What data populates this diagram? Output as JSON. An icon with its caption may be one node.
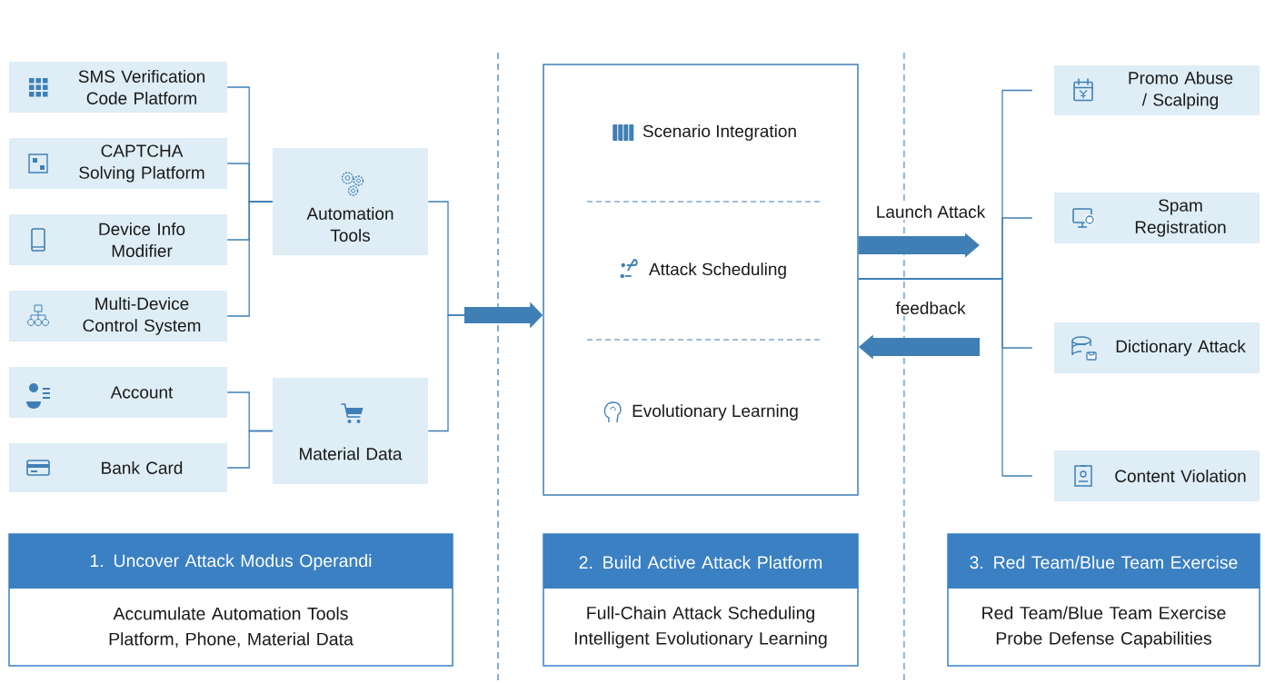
{
  "diagram": {
    "nodes": [
      {
        "text": [
          "SMS Verification Code Platform"
        ]
      },
      {
        "text": [
          "CAPTCHA Solving Platform"
        ]
      },
      {
        "text": [
          "Device Info Modifier"
        ]
      },
      {
        "text": [
          "Multi-Device Control System"
        ]
      },
      {
        "text": [
          "Account"
        ]
      },
      {
        "text": [
          "Bank Card"
        ]
      },
      {
        "text": [
          "Automation Tools"
        ]
      },
      {
        "text": [
          "Material Data"
        ]
      },
      {
        "text": [],
        "shape": "box"
      },
      {
        "text": [
          "Scenario Integration"
        ],
        "in": 8
      },
      {
        "text": [
          "Attack Scheduling"
        ],
        "in": 8
      },
      {
        "text": [
          "Evolutionary Learning"
        ],
        "in": 8
      },
      {
        "text": [
          "Promo Abuse / Scalping"
        ]
      },
      {
        "text": [
          "Spam Registration"
        ]
      },
      {
        "text": [
          "Dictionary Attack"
        ]
      },
      {
        "text": [
          "Content Violation"
        ]
      },
      {
        "text": [
          "1. Uncover Attack Modus Operandi",
          "Accumulate Automation Tools Platform, Phone, Material Data"
        ]
      },
      {
        "text": [
          "2. Build Active Attack Platform",
          "Full-Chain Attack Scheduling Intelligent Evolutionary Learning"
        ]
      },
      {
        "text": [
          "3. Red Team/Blue Team Exercise",
          "Red Team/Blue Team Exercise Probe Defense Capabilities"
        ]
      }
    ],
    "edges": [
      {
        "from": 0,
        "to": 6,
        "arrow": "none"
      },
      {
        "from": 1,
        "to": 6,
        "arrow": "none"
      },
      {
        "from": 2,
        "to": 6,
        "arrow": "none"
      },
      {
        "from": 3,
        "to": 6,
        "arrow": "none"
      },
      {
        "from": 4,
        "to": 7,
        "arrow": "none"
      },
      {
        "from": 5,
        "to": 7,
        "arrow": "none"
      },
      {
        "from": 6,
        "to": 8,
        "arrow": "to"
      },
      {
        "from": 7,
        "to": 8,
        "arrow": "to"
      },
      {
        "from": 8,
        "to": 12,
        "arrow": "none"
      },
      {
        "from": 8,
        "to": 13,
        "arrow": "none"
      },
      {
        "from": 8,
        "to": 14,
        "arrow": "none"
      },
      {
        "from": 8,
        "to": 15,
        "arrow": "none"
      },
      {
        "from": 8,
        "to": null,
        "arrow": "to",
        "label": "Launch Attack",
        "style": "thick"
      },
      {
        "from": null,
        "to": 8,
        "arrow": "to",
        "label": "feedback",
        "style": "thick"
      }
    ]
  }
}
